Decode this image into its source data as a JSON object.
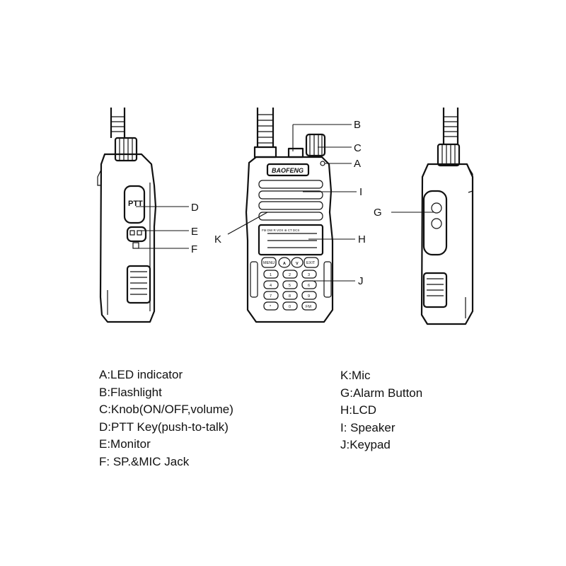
{
  "callouts": {
    "A": "A",
    "B": "B",
    "C": "C",
    "D": "D",
    "E": "E",
    "F": "F",
    "G": "G",
    "H": "H",
    "I": "I",
    "J": "J",
    "K": "K"
  },
  "device_text": {
    "brand": "BAOFENG",
    "ptt": "PTT",
    "lcd_top_row": "FM DW R VOX ⊛ CT DCS",
    "keys_nav": [
      "MENU",
      "A",
      "V",
      "EXIT"
    ],
    "keys_row1": [
      "1",
      "2",
      "3"
    ],
    "keys_row2": [
      "4",
      "5",
      "6"
    ],
    "keys_row3": [
      "7",
      "8",
      "9"
    ],
    "keys_row4": [
      "*",
      "0",
      "FM"
    ]
  },
  "legend": {
    "left": [
      "A:LED indicator",
      "B:Flashlight",
      "C:Knob(ON/OFF,volume)",
      "D:PTT Key(push-to-talk)",
      "E:Monitor",
      "F: SP.&MIC Jack"
    ],
    "right": [
      "K:Mic",
      "G:Alarm Button",
      "H:LCD",
      "I: Speaker",
      "J:Keypad"
    ]
  }
}
